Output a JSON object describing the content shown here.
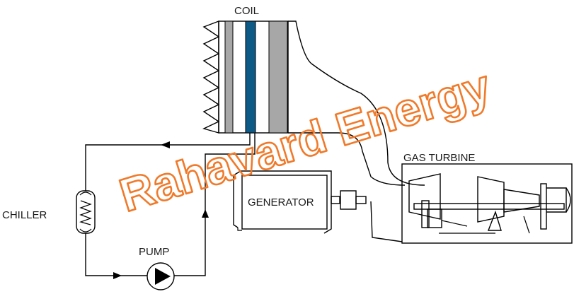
{
  "labels": {
    "coil": "COIL",
    "chiller": "CHILLER",
    "pump": "PUMP",
    "generator": "GENERATOR",
    "gas_turbine": "GAS TURBINE"
  },
  "watermark": {
    "text": "Rahavard Energy",
    "color": "#f07a2a"
  },
  "colors": {
    "coil_blue": "#0d5a86",
    "coil_gray": "#a7a7a7",
    "line": "#000000"
  }
}
